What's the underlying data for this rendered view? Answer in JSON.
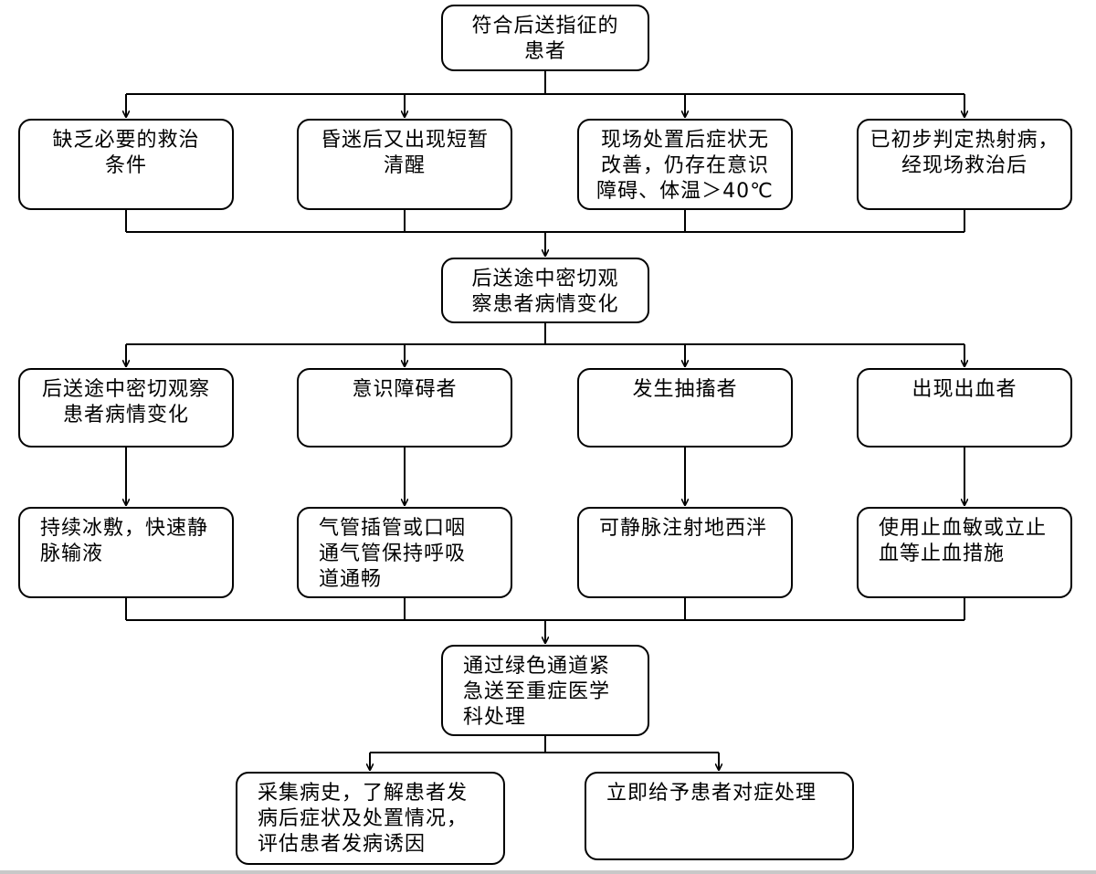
{
  "flowchart": {
    "start": "符合后送指征的\n患者",
    "conditions": [
      "缺乏必要的救治\n条件",
      "昏迷后又出现短暂\n清醒",
      "现场处置后症状无\n改善，仍存在意识\n障碍、体温＞40℃",
      "已初步判定热射病，\n经现场救治后"
    ],
    "observe": "后送途中密切观\n察患者病情变化",
    "situations": [
      "后送途中密切观察\n患者病情变化",
      "意识障碍者",
      "发生抽搐者",
      "出现出血者"
    ],
    "actions": [
      "持续冰敷，快速静\n脉输液",
      "气管插管或口咽\n通气管保持呼吸\n道通畅",
      "可静脉注射地西泮",
      "使用止血敏或立止\n血等止血措施"
    ],
    "transfer": "通过绿色通道紧\n急送至重症医学\n科处理",
    "final": [
      "采集病史，了解患者发\n病后症状及处置情况，\n评估患者发病诱因",
      "立即给予患者对症处理"
    ]
  }
}
